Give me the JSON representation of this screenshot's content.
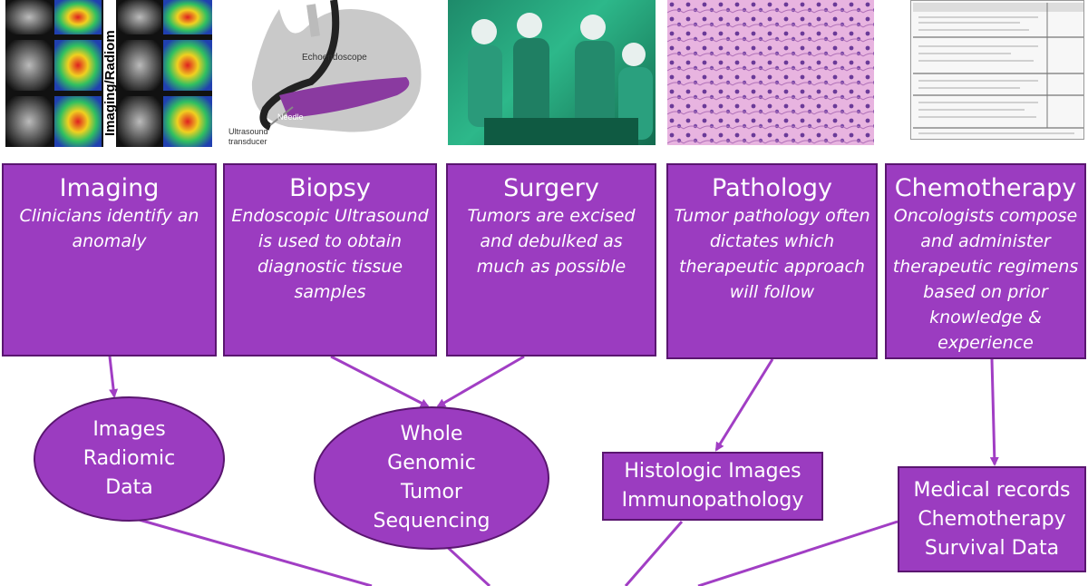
{
  "colors": {
    "box_fill": "#9b3cc0",
    "box_border": "#5a1670",
    "arrow": "#a13ec4"
  },
  "images": {
    "imaging": {
      "overlay_text": "Imaging/Radiom"
    },
    "biopsy": {
      "echoendoscope_label": "Echoendoscope",
      "needle_label": "Needle",
      "transducer_label_line1": "Ultrasound",
      "transducer_label_line2": "transducer"
    }
  },
  "stages": [
    {
      "title": "Imaging",
      "description": "Clinicians identify an anomaly"
    },
    {
      "title": "Biopsy",
      "description": "Endoscopic Ultrasound is used to obtain diagnostic tissue samples"
    },
    {
      "title": "Surgery",
      "description": "Tumors are excised and debulked as much as possible"
    },
    {
      "title": "Pathology",
      "description": "Tumor pathology often dictates which therapeutic approach will  follow"
    },
    {
      "title": "Chemotherapy",
      "description": "Oncologists compose and administer therapeutic regimens based on prior knowledge & experience"
    }
  ],
  "outputs": {
    "images_radiomic": [
      "Images",
      "Radiomic",
      "Data"
    ],
    "genomic": [
      "Whole",
      "Genomic",
      "Tumor",
      "Sequencing"
    ],
    "histologic": [
      "Histologic Images",
      "Immunopathology"
    ],
    "medical_records": [
      "Medical records",
      "Chemotherapy",
      "Survival Data"
    ]
  }
}
